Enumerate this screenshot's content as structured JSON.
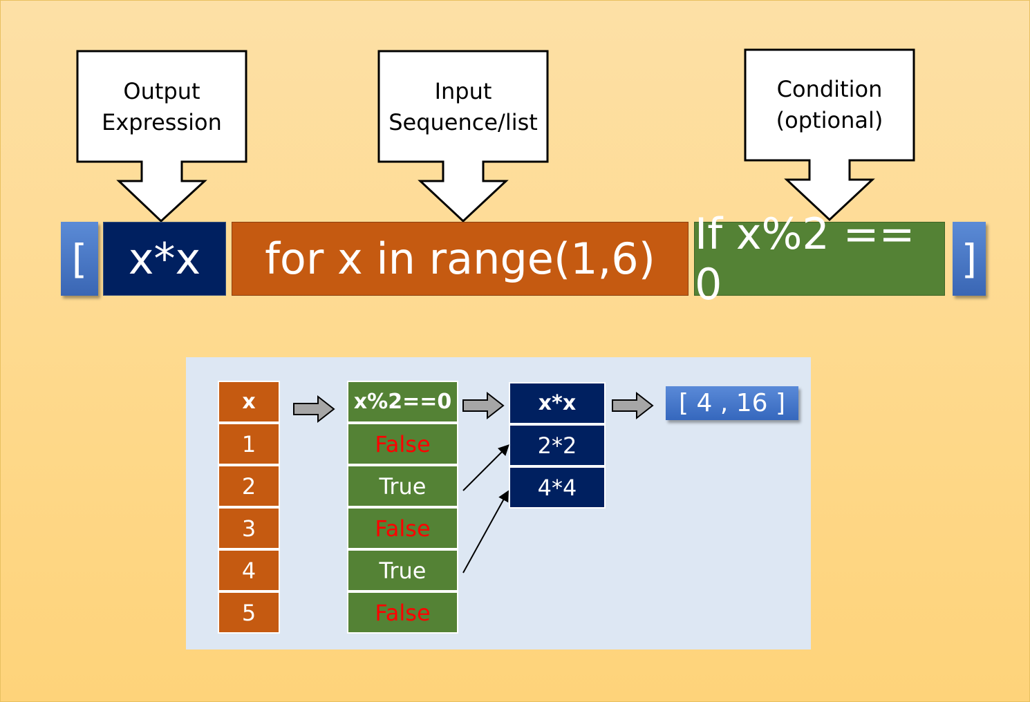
{
  "callouts": {
    "output": {
      "line1": "Output",
      "line2": "Expression"
    },
    "input": {
      "line1": "Input",
      "line2": "Sequence/list"
    },
    "condition": {
      "line1": "Condition",
      "line2": "(optional)"
    }
  },
  "expression": {
    "open_bracket": "[",
    "output": "x*x",
    "loop": "for x in range(1,6)",
    "condition": "If x%2 == 0",
    "close_bracket": "]"
  },
  "table": {
    "x_header": "x",
    "x_values": [
      "1",
      "2",
      "3",
      "4",
      "5"
    ],
    "cond_header": "x%2==0",
    "cond_values": [
      "False",
      "True",
      "False",
      "True",
      "False"
    ],
    "out_header": "x*x",
    "out_values": [
      "2*2",
      "4*4"
    ],
    "result": "[ 4 , 16 ]"
  },
  "colors": {
    "output_box": "#002060",
    "loop_box": "#c55a11",
    "condition_box": "#548235",
    "bracket": "#4472c4",
    "false_text": "#ff0000"
  }
}
